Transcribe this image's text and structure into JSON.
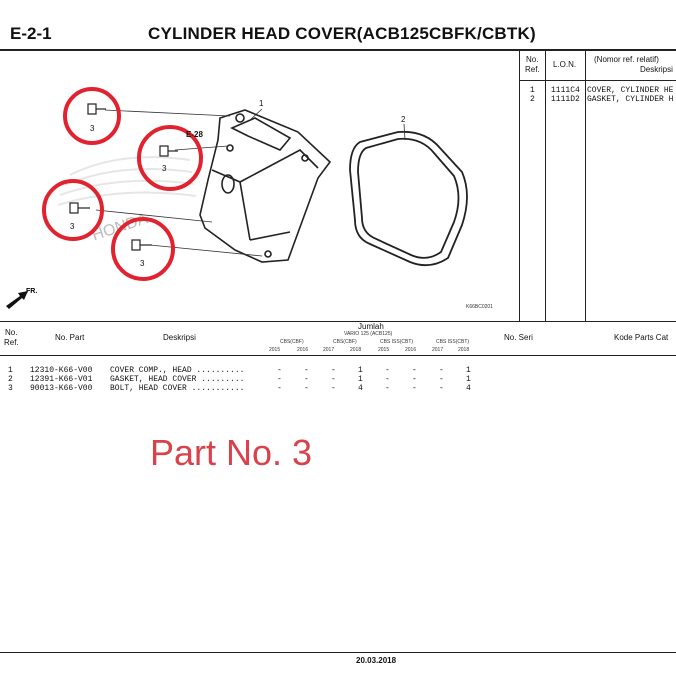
{
  "header": {
    "code": "E-2-1",
    "title": "CYLINDER HEAD COVER(ACB125CBFK/CBTK)"
  },
  "side_table": {
    "col_no": "No.",
    "col_ref": "Ref.",
    "col_lon": "L.O.N.",
    "col_nomor": "(Nomor ref. relatif)",
    "col_deskripsi": "Deskripsi",
    "rows": [
      {
        "no": "1",
        "lon": "1111C4",
        "desc": "COVER, CYLINDER HE"
      },
      {
        "no": "2",
        "lon": "1111D2",
        "desc": "GASKET, CYLINDER H"
      }
    ]
  },
  "diagram": {
    "labels": [
      "1",
      "2",
      "3",
      "3",
      "3",
      "3"
    ],
    "ref_label": "E-28",
    "watermark": "HONDA",
    "fr_label": "FR.",
    "image_code": "K66BC0201"
  },
  "parts_table": {
    "col_no": "No.",
    "col_ref": "Ref.",
    "col_part": "No. Part",
    "col_desc": "Deskripsi",
    "col_jumlah": "Jumlah",
    "col_vario": "VARIO 125 (ACB125)",
    "col_seri": "No. Seri",
    "col_kode": "Kode Parts Cat",
    "groups": [
      "CBS(CBF)",
      "CBS(CBF)",
      "CBS ISS(CBT)",
      "CBS ISS(CBT)"
    ],
    "years": [
      "2015",
      "2016",
      "2017",
      "2018",
      "2015",
      "2016",
      "2017",
      "2018"
    ],
    "rows": [
      {
        "no": "1",
        "part": "12310-K66-V00",
        "desc": "COVER COMP., HEAD ..........",
        "qty": [
          "-",
          "-",
          "-",
          "1",
          "-",
          "-",
          "-",
          "1"
        ]
      },
      {
        "no": "2",
        "part": "12391-K66-V01",
        "desc": "GASKET, HEAD COVER .........",
        "qty": [
          "-",
          "-",
          "-",
          "1",
          "-",
          "-",
          "-",
          "1"
        ]
      },
      {
        "no": "3",
        "part": "90013-K66-V00",
        "desc": "BOLT, HEAD COVER ...........",
        "qty": [
          "-",
          "-",
          "-",
          "4",
          "-",
          "-",
          "-",
          "4"
        ]
      }
    ]
  },
  "annotation": "Part No. 3",
  "footer": {
    "date": "20.03.2018"
  },
  "colors": {
    "highlight": "#e0232f",
    "annotation": "#d9414b"
  }
}
